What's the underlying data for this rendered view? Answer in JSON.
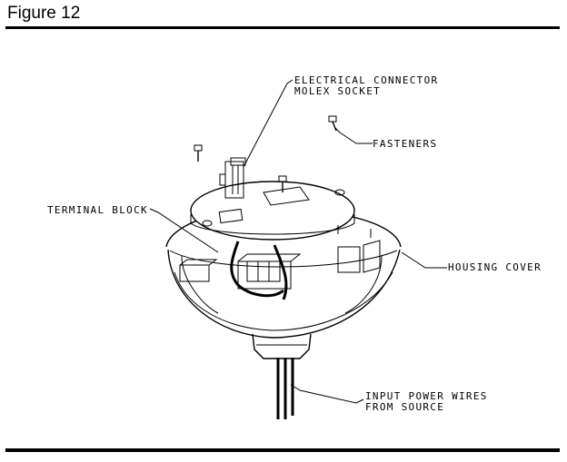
{
  "figure_title": "Figure 12",
  "labels": {
    "connector_line1": "ELECTRICAL CONNECTOR",
    "connector_line2": "MOLEX SOCKET",
    "fasteners": "FASTENERS",
    "terminal_block": "TERMINAL BLOCK",
    "housing_cover": "HOUSING COVER",
    "wires_line1": "INPUT POWER WIRES",
    "wires_line2": "FROM SOURCE"
  }
}
